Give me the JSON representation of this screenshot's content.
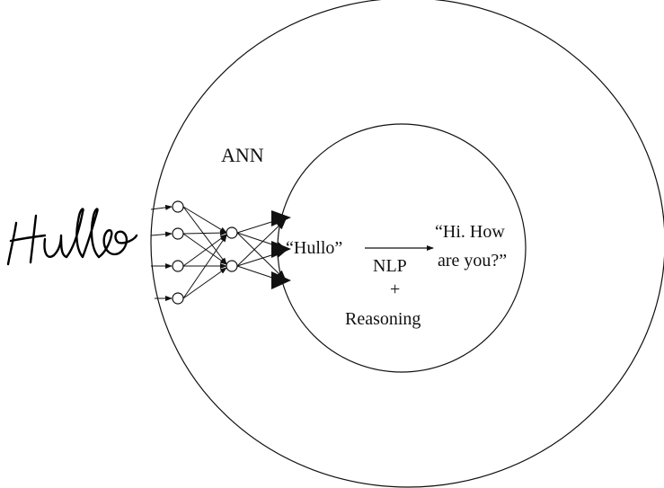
{
  "diagram": {
    "handwritten_input": "Hullo",
    "outer_region_label": "ANN",
    "inner_input_text": "“Hullo”",
    "inner_output_line1": "“Hi. How",
    "inner_output_line2": "are you?”",
    "process_label_1": "NLP",
    "process_plus": "+",
    "process_label_2": "Reasoning"
  }
}
